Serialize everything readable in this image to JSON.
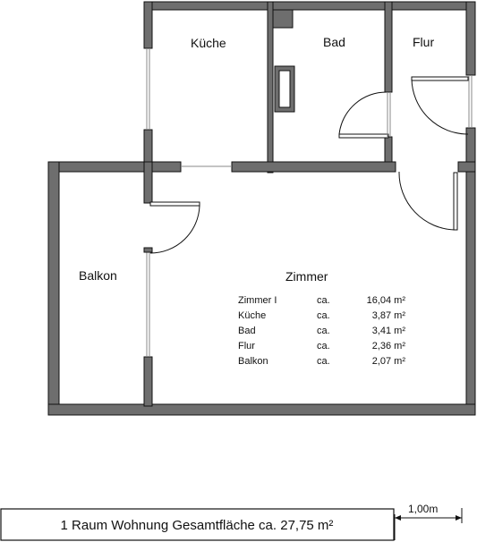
{
  "rooms": {
    "kueche": "Küche",
    "bad": "Bad",
    "flur": "Flur",
    "balkon": "Balkon",
    "zimmer": "Zimmer"
  },
  "areas": [
    {
      "name": "Zimmer I",
      "ca": "ca.",
      "value": "16,04 m²"
    },
    {
      "name": "Küche",
      "ca": "ca.",
      "value": "3,87 m²"
    },
    {
      "name": "Bad",
      "ca": "ca.",
      "value": "3,41 m²"
    },
    {
      "name": "Flur",
      "ca": "ca.",
      "value": "2,36 m²"
    },
    {
      "name": "Balkon",
      "ca": "ca.",
      "value": "2,07 m²"
    }
  ],
  "caption": "1 Raum Wohnung  Gesamtfläche ca. 27,75 m²",
  "scale_label": "1,00m",
  "colors": {
    "wall_fill": "#6e6e6e",
    "wall_stroke": "#111111",
    "thin_line": "#777777"
  }
}
